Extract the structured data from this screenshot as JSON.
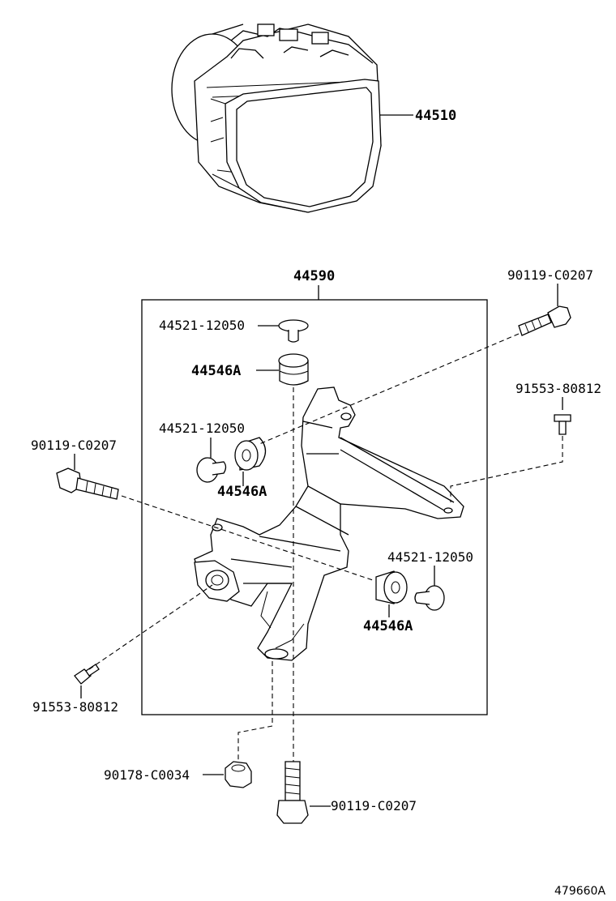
{
  "labels": {
    "actuator": "44510",
    "bracket_assy": "44590",
    "cushion_top": "44521-12050",
    "grommet_top": "44546A",
    "cushion_mid": "44521-12050",
    "grommet_mid": "44546A",
    "cushion_right": "44521-12050",
    "grommet_right": "44546A",
    "bolt_top_right": "90119-C0207",
    "bolt_left": "90119-C0207",
    "bolt_bottom": "90119-C0207",
    "screw_right": "91553-80812",
    "screw_left": "91553-80812",
    "nut_bottom": "90178-C0034"
  },
  "diagram_code": "479660A"
}
